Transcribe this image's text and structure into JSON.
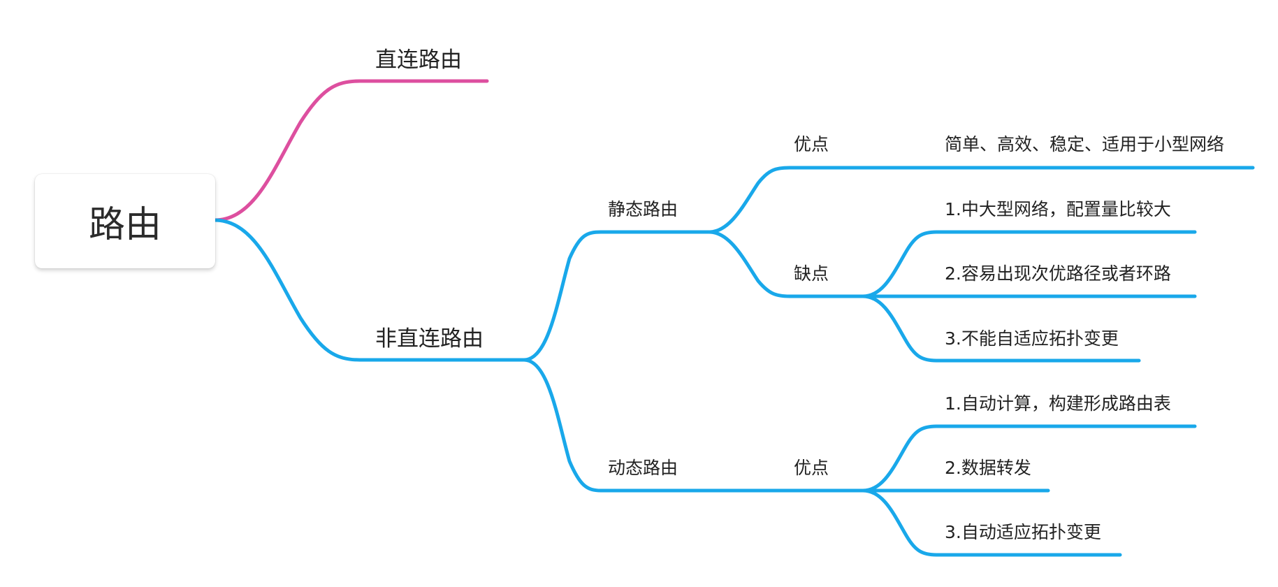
{
  "root": {
    "label": "路由"
  },
  "branches": {
    "direct": {
      "label": "直连路由",
      "color": "#dd4f9f"
    },
    "indirect": {
      "label": "非直连路由",
      "color": "#19a8ea"
    }
  },
  "static_route": {
    "label": "静态路由",
    "pros": {
      "label": "优点",
      "items": [
        "简单、高效、稳定、适用于小型网络"
      ]
    },
    "cons": {
      "label": "缺点",
      "items": [
        "1.中大型网络，配置量比较大",
        "2.容易出现次优路径或者环路",
        "3.不能自适应拓扑变更"
      ]
    }
  },
  "dynamic_route": {
    "label": "动态路由",
    "pros": {
      "label": "优点",
      "items": [
        "1.自动计算，构建形成路由表",
        "2.数据转发",
        "3.自动适应拓扑变更"
      ]
    }
  }
}
